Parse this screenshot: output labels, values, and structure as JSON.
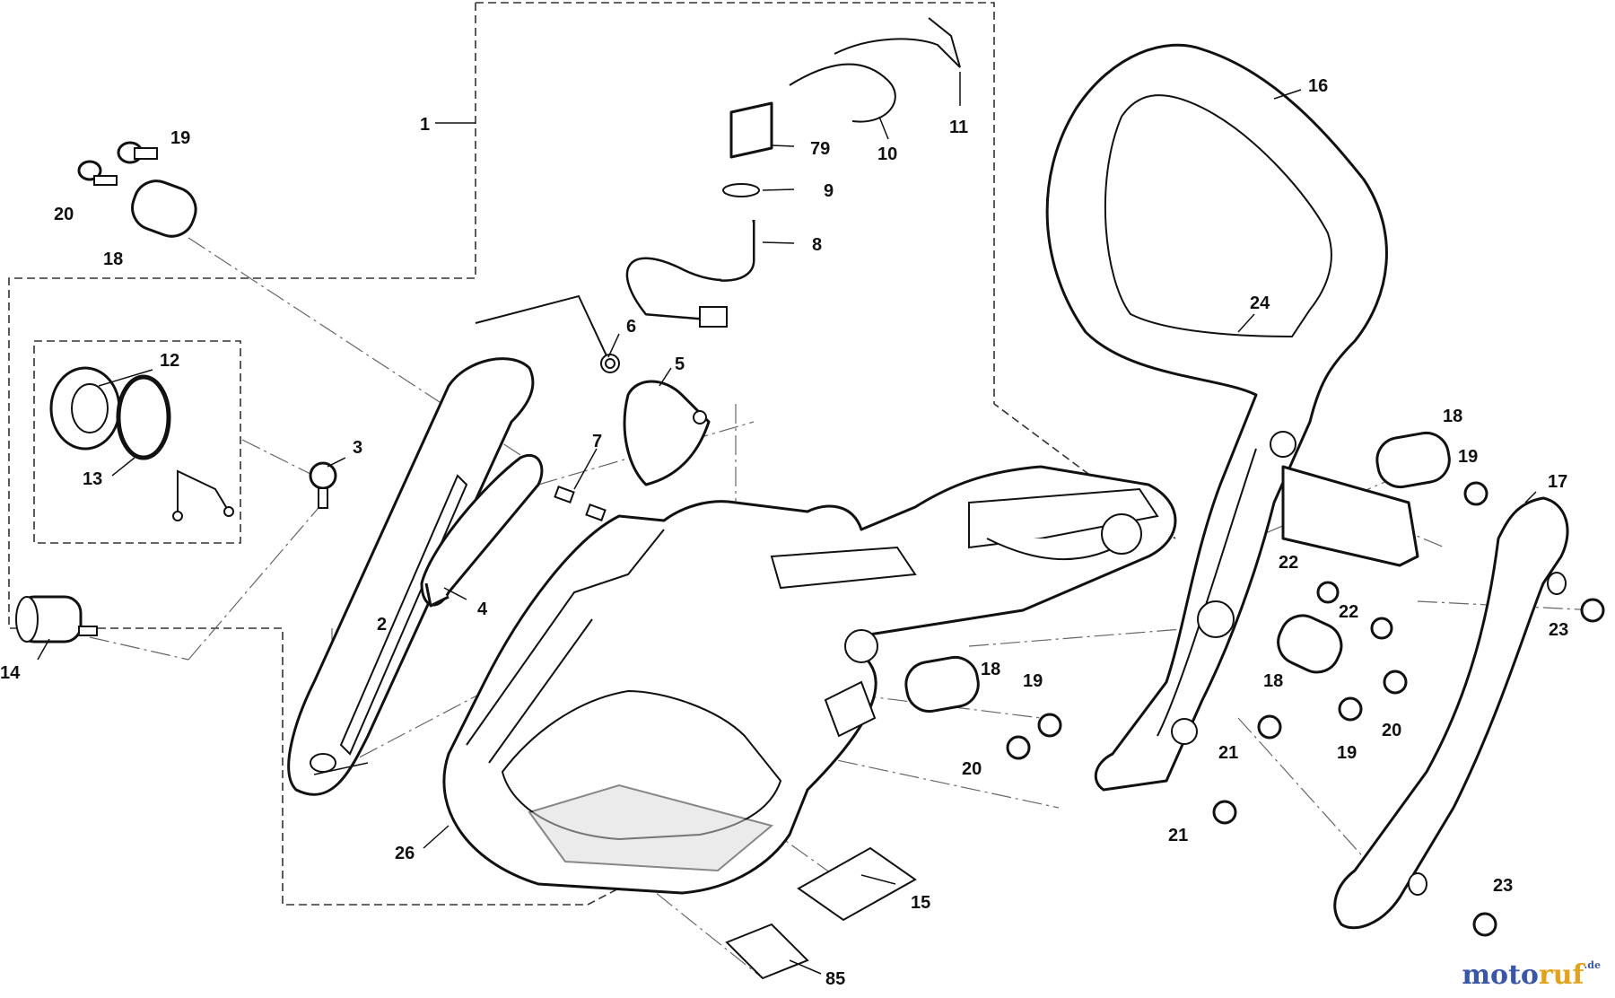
{
  "labels": {
    "l1": "1",
    "l2": "2",
    "l3": "3",
    "l4": "4",
    "l5": "5",
    "l6": "6",
    "l7": "7",
    "l8": "8",
    "l9": "9",
    "l10": "10",
    "l11": "11",
    "l12": "12",
    "l13": "13",
    "l14": "14",
    "l15": "15",
    "l16": "16",
    "l17": "17",
    "l18a": "18",
    "l18b": "18",
    "l18c": "18",
    "l18d": "18",
    "l19a": "19",
    "l19b": "19",
    "l19c": "19",
    "l19d": "19",
    "l20a": "20",
    "l20b": "20",
    "l20c": "20",
    "l21a": "21",
    "l21b": "21",
    "l22a": "22",
    "l22b": "22",
    "l23a": "23",
    "l23b": "23",
    "l24": "24",
    "l26": "26",
    "l79": "79",
    "l85": "85"
  },
  "watermark": {
    "part1": "moto",
    "part2": "ruf",
    "part3": ".de"
  }
}
